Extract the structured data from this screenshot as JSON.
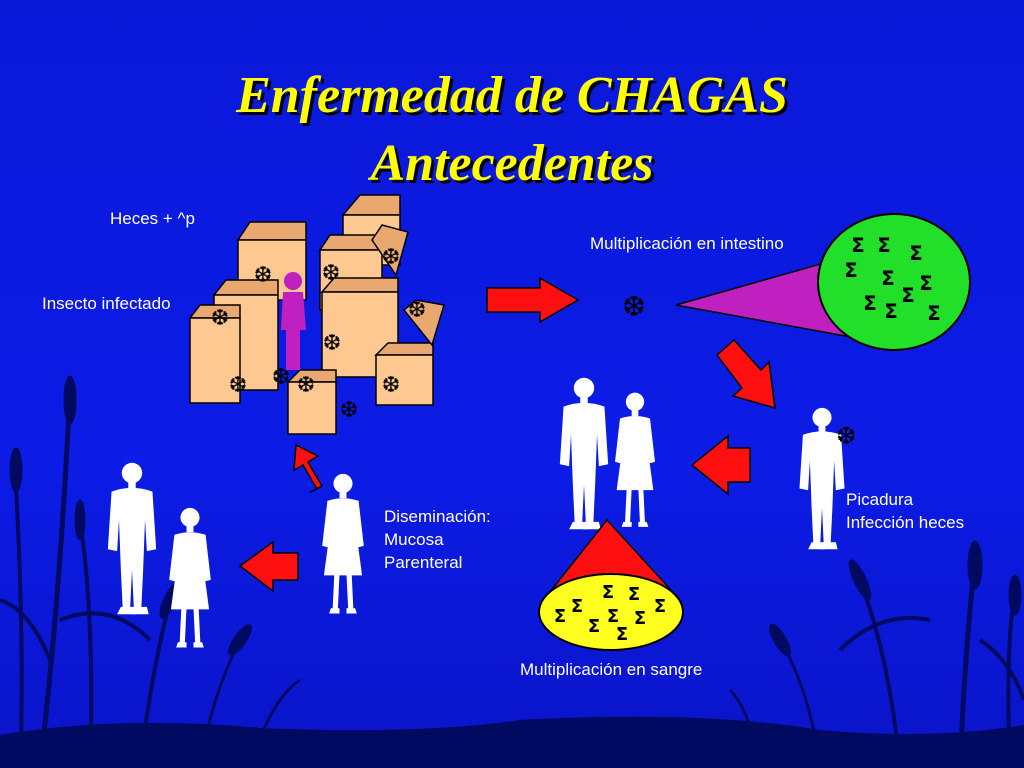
{
  "slide": {
    "title_line1": "Enfermedad de CHAGAS",
    "title_line2": "Antecedentes"
  },
  "labels": {
    "heces": "Heces + ^p",
    "insecto": "Insecto infectado",
    "multiplicacion_intestino": "Multiplicación en intestino",
    "picadura": "Picadura",
    "infeccion_heces": "Infección heces",
    "multiplicacion_sangre": "Multiplicación en sangre",
    "diseminacion": "Diseminación:",
    "mucosa": "Mucosa",
    "parenteral": "Parenteral"
  },
  "glyphs": {
    "parasite": "❆",
    "trypanosome": "ⵉ"
  },
  "colors": {
    "background": "#0a18d8",
    "title": "#ffff00",
    "arrow": "#ff1010",
    "house": "#ffc890",
    "magnifier_green": "#22e02a",
    "magnifier_cone": "#c020c0",
    "blood_yellow": "#ffff20",
    "blood_cone": "#ff1010",
    "person": "#ffffff",
    "vegetation": "#000a60"
  },
  "icons": [
    "bug-parasite-icon",
    "trypanosome-icon",
    "arrow-icon",
    "person-icon"
  ]
}
